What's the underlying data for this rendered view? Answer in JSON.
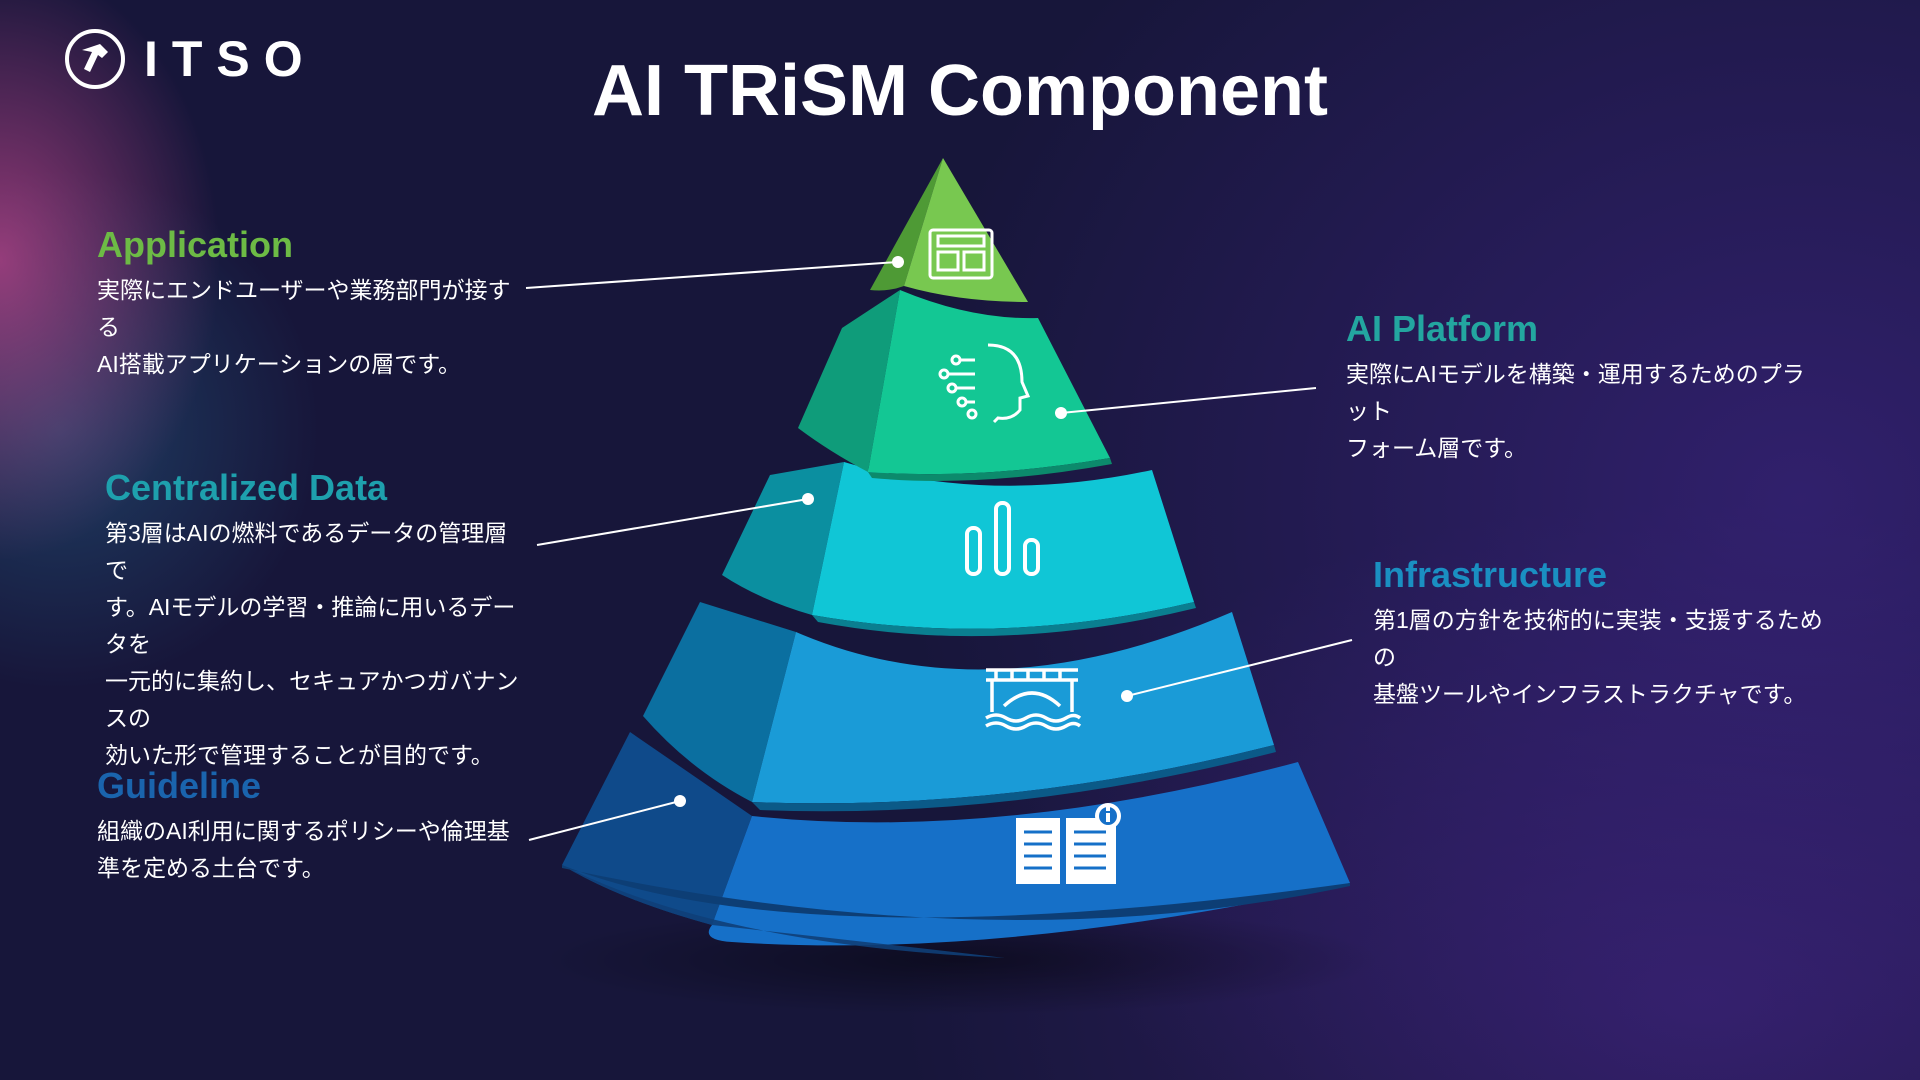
{
  "brand": {
    "name": "ITSO",
    "icon": "hammer-icon"
  },
  "title": "AI TRiSM Component",
  "layers": {
    "application": {
      "heading": "Application",
      "desc_line1": "実際にエンドユーザーや業務部門が接する",
      "desc_line2": "AI搭載アプリケーションの層です。",
      "icon": "application-window-icon",
      "color": "#6dbb45"
    },
    "platform": {
      "heading": "AI Platform",
      "desc_line1": "実際にAIモデルを構築・運用するためのプラット",
      "desc_line2": "フォーム層です。",
      "icon": "ai-head-circuit-icon",
      "color": "#23a6a0"
    },
    "data": {
      "heading": "Centralized Data",
      "desc_line1": "第3層はAIの燃料であるデータの管理層で",
      "desc_line2": "す。AIモデルの学習・推論に用いるデータを",
      "desc_line3": "一元的に集約し、セキュアかつガバナンスの",
      "desc_line4": "効いた形で管理することが目的です。",
      "icon": "bar-chart-icon",
      "color": "#1ea0ad"
    },
    "infrastructure": {
      "heading": "Infrastructure",
      "desc_line1": "第1層の方針を技術的に実装・支援するための",
      "desc_line2": "基盤ツールやインフラストラクチャです。",
      "icon": "bridge-icon",
      "color": "#1a8fc2"
    },
    "guideline": {
      "heading": "Guideline",
      "desc_line1": "組織のAI利用に関するポリシーや倫理基",
      "desc_line2": "準を定める土台です。",
      "icon": "open-book-info-icon",
      "color": "#1a64ad"
    }
  }
}
